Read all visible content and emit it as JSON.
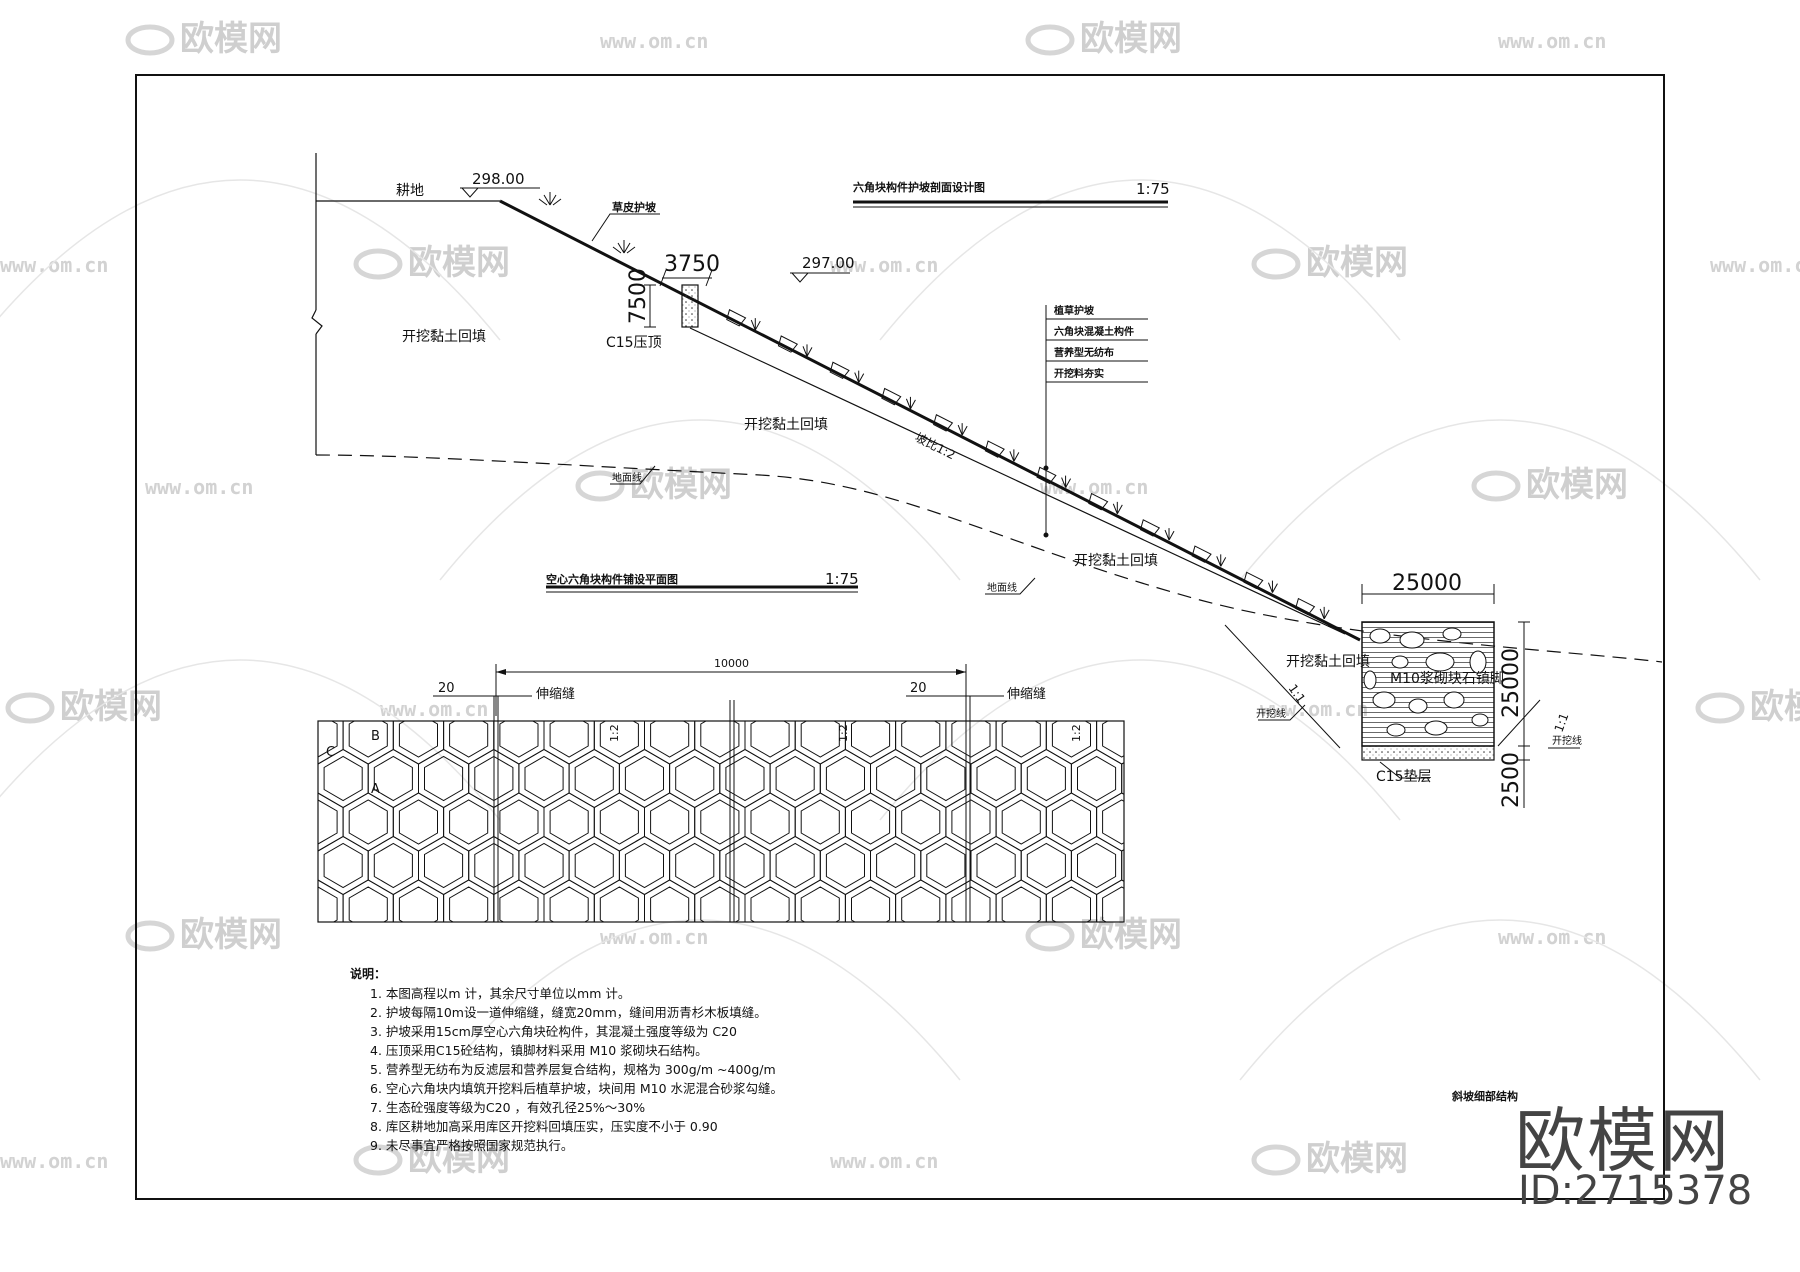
{
  "section": {
    "title": "六角块构件护坡剖面设计图",
    "scale": "1:75",
    "elev_top": "298.00",
    "elev_mid": "297.00",
    "farmland": "耕地",
    "turf": "草皮护坡",
    "dim_width": "3750",
    "dim_height": "7500",
    "cap_label": "C15压顶",
    "fill_1": "开挖黏土回填",
    "fill_2": "开挖黏土回填",
    "fill_3": "开挖黏土回填",
    "fill_4": "开挖黏土回填",
    "slope": "坡比1:2",
    "ground_1": "地面线",
    "ground_2": "地面线",
    "legend": [
      "植草护坡",
      "六角块混凝土构件",
      "营养型无纺布",
      "开挖料夯实"
    ],
    "toe_width": "25000",
    "toe_height": "25000",
    "toe_base": "2500",
    "toe_label": "M10浆砌块石镇脚",
    "toe_base_label": "C15垫层",
    "excav_left": "开挖线",
    "excav_right": "开挖线",
    "ratio_left": "1:1",
    "ratio_right": "1:1"
  },
  "plan": {
    "title": "空心六角块构件铺设平面图",
    "scale": "1:75",
    "span": "10000",
    "joint_width_1": "20",
    "joint_width_2": "20",
    "joint_label_1": "伸缩缝",
    "joint_label_2": "伸缩缝",
    "label_a": "A",
    "label_b": "B",
    "label_c": "C",
    "slope_marks": [
      "1:2",
      "1:2",
      "1:2"
    ]
  },
  "notes": {
    "heading": "说明：",
    "items": [
      "1. 本图高程以m 计，其余尺寸单位以mm 计。",
      "2. 护坡每隔10m设一道伸缩缝，缝宽20mm，缝间用沥青杉木板填缝。",
      "3. 护坡采用15cm厚空心六角块砼构件，其混凝土强度等级为 C20",
      "4. 压顶采用C15砼结构，镇脚材料采用 M10 浆砌块石结构。",
      "5. 营养型无纺布为反滤层和营养层复合结构，规格为   300g/m  ~400g/m",
      "6. 空心六角块内填筑开挖料后植草护坡，块间用      M10 水泥混合砂浆勾缝。",
      "7. 生态砼强度等级为C20 ，有效孔径25%～30%",
      "8. 库区耕地加高采用库区开挖料回填压实，压实度不小于  0.90",
      "9. 未尽事宜严格按照国家规范执行。"
    ]
  },
  "corner_title": "斜坡细部结构",
  "watermark": {
    "brand": "欧模网",
    "url": "www.om.cn",
    "logo_id": "ID:2715378"
  }
}
